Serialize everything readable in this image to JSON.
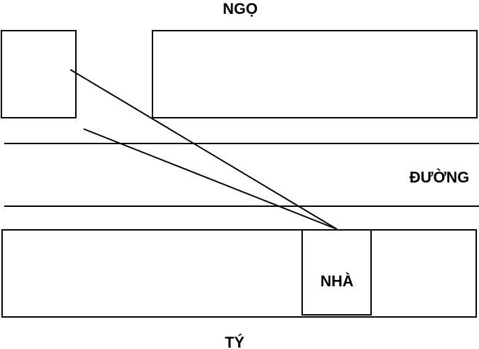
{
  "labels": {
    "north": "NGỌ",
    "road": "ĐƯỜNG",
    "house": "NHÀ",
    "south": "TÝ"
  },
  "colors": {
    "stroke": "#000000",
    "background": "#ffffff"
  }
}
